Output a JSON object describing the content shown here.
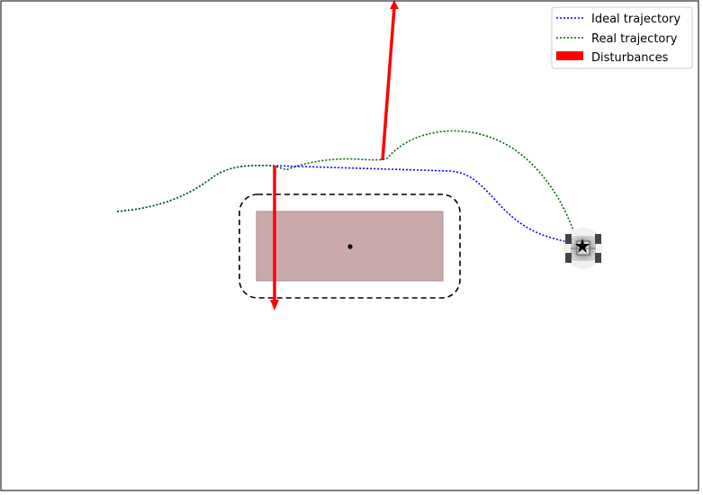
{
  "legend": {
    "items": [
      {
        "label": "Ideal trajectory",
        "color": "#0000ff",
        "style": "dotted-line"
      },
      {
        "label": "Real trajectory",
        "color": "#006400",
        "style": "dotted-line"
      },
      {
        "label": "Disturbances",
        "color": "#ff0000",
        "style": "filled-patch"
      }
    ]
  },
  "colors": {
    "obstacle_fill": "#c9a9a9",
    "obstacle_edge": "#b08a8a",
    "safety_margin": "#000000",
    "disturbance": "#ff0000",
    "ideal": "#0000ff",
    "real": "#006400"
  },
  "icons": {
    "robot": "robot-icon",
    "goal": "star-icon",
    "obstacle_center": "dot-icon"
  }
}
